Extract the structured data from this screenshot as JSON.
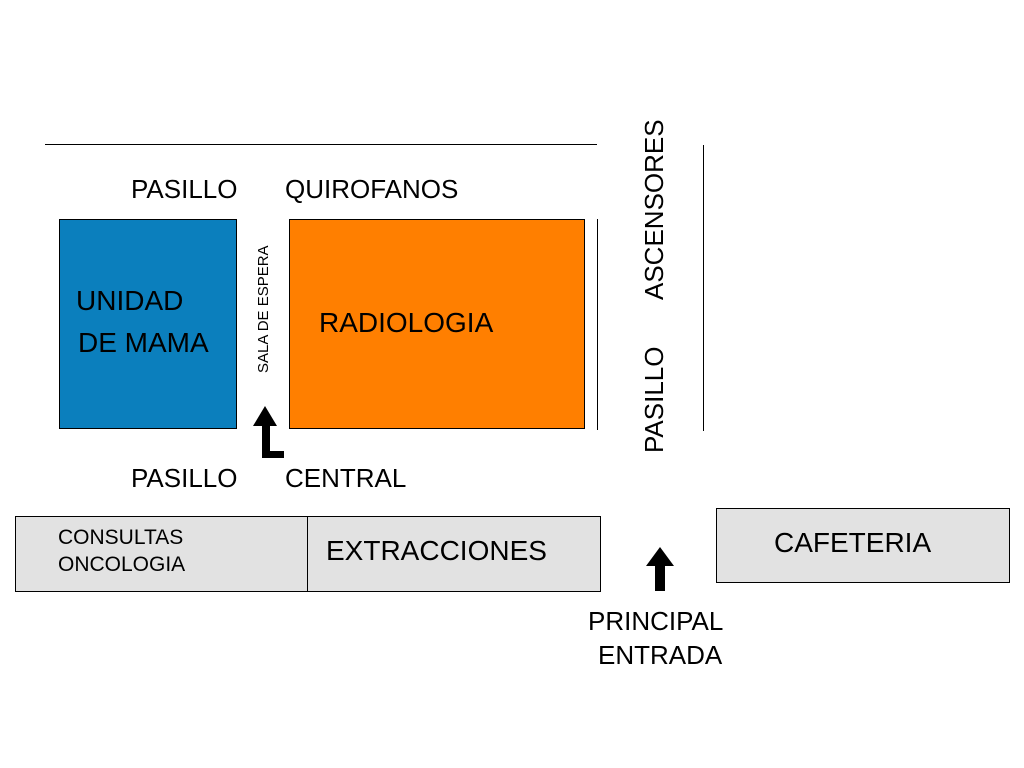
{
  "colors": {
    "mama_block": "#0b7fbd",
    "radiologia_block": "#ff7f00",
    "service_box": "#e2e2e2",
    "lines": "#000000"
  },
  "corridors": {
    "quirofanos": {
      "word1": "PASILLO",
      "word2": "QUIROFANOS"
    },
    "central": {
      "word1": "PASILLO",
      "word2": "CENTRAL"
    },
    "ascensores": {
      "word1": "PASILLO",
      "word2": "ASCENSORES"
    }
  },
  "areas": {
    "unidad_mama": {
      "line1": "UNIDAD",
      "line2": "DE MAMA"
    },
    "radiologia": {
      "label": "RADIOLOGIA"
    },
    "sala_espera": {
      "label": "SALA DE ESPERA"
    },
    "consultas_oncologia": {
      "line1": "CONSULTAS",
      "line2": "ONCOLOGIA"
    },
    "extracciones": {
      "label": "EXTRACCIONES"
    },
    "cafeteria": {
      "label": "CAFETERIA"
    }
  },
  "entrance": {
    "line1": "PRINCIPAL",
    "line2": "ENTRADA"
  },
  "icons": {
    "waiting_room_arrow": "turn-up-arrow-icon",
    "entrance_arrow": "up-arrow-icon"
  }
}
